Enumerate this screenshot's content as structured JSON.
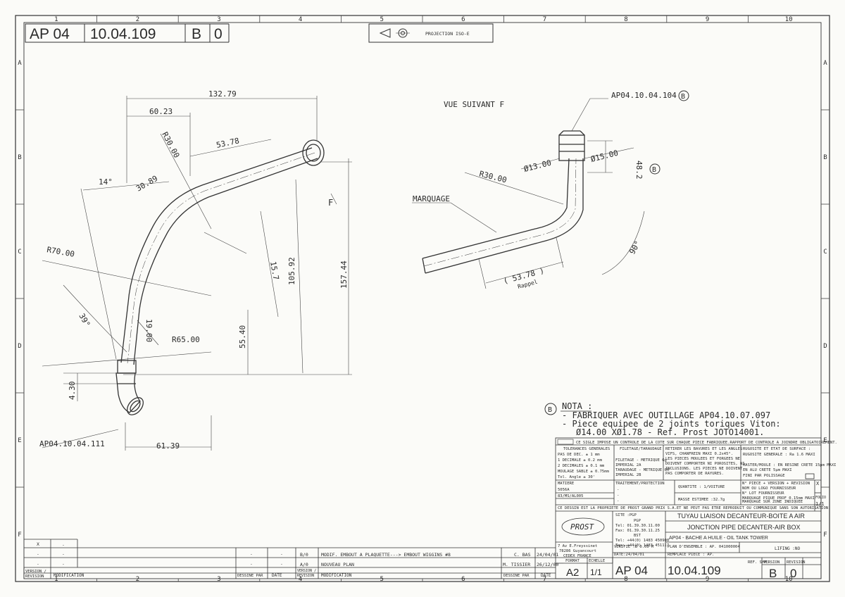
{
  "zone_columns": [
    "1",
    "2",
    "3",
    "4",
    "5",
    "6",
    "7",
    "8",
    "9",
    "10"
  ],
  "zone_rows": [
    "A",
    "B",
    "C",
    "D",
    "E",
    "F"
  ],
  "header": {
    "part_prefix": "AP 04",
    "part_number": "10.04.109",
    "version": "B",
    "revision": "0",
    "projection": "PROJECTION ISO-E"
  },
  "views": {
    "view_f_title": "VUE SUIVANT F",
    "arrow_f": "F",
    "ref_top": "AP04.10.04.104",
    "ref_top_marker": "B",
    "ref_left": "AP04.10.04.111",
    "marking_label": "MARQUAGE",
    "height_marker": "B",
    "nota_marker": "B"
  },
  "dimensions": {
    "d132": "132.79",
    "d60": "60.23",
    "d53": "53.78",
    "r30": "R30.00",
    "d30_89": "30.89",
    "a14": "14°",
    "r70": "R70.00",
    "d15_7": "15.7",
    "d105": "105.92",
    "d157": "157.44",
    "a39": "39°",
    "d19": "19.00",
    "r65": "R65.00",
    "d55": "55.40",
    "d4_30": "4.30",
    "d61": "61.39",
    "r30b": "R30.00",
    "dia13": "Ø13.00",
    "dia15": "Ø15.00",
    "d48": "48.2",
    "a90": "90°",
    "d53b": "( 53.78 )",
    "rappel": "Rappel"
  },
  "nota": {
    "title": "NOTA :",
    "line1": "- FABRIQUER AVEC OUTILLAGE AP04.10.07.097",
    "line2": "- Piece equipee de 2 joints toriques Viton:",
    "line3": "Ø14.00 XØ1.78 - Ref. Prost JOTO14001."
  },
  "title_block": {
    "control_note": "CE SIGLE IMPOSE UN CONTROLE DE LA COTE SUR CHAQUE PIECE FABRIQUEE.RAPPORT DE CONTROLE A JOINDRE OBLIGATOIREMENT.",
    "tol_header": "TOLERANCES GENERALES",
    "tol_lines": [
      "PAS DE DEC.      ± 1   mm",
      "1 DECIMALE      ± 0.2 mm",
      "2 DECIMALES     ± 0.1 mm",
      "MOULAGE SABLE   ± 0.75mm",
      "Tol. Angle      ± 30'"
    ],
    "thread_header": "FILETAGE/TARAUDAGE",
    "thread_lines": [
      "FILETAGE   - METRIQUE 6g",
      "            IMPERIAL 2A",
      "TARAUDAGE  - METRIQUE 6H",
      "            IMPERIAL 2B"
    ],
    "edges_lines": [
      "RETIRER LES BAVURES ET LES ANGLES",
      "VIFS, CHANFREIN MAXI 0.2x45°.",
      "LES PIECES MOULEES ET FORGEES NE",
      "DOIVENT COMPORTER NI POROSITES, NI",
      "INCLUSIONS. LES PIECES NE DOIVENT",
      "PAS COMPORTER DE RAYURES."
    ],
    "roughness_lines": [
      "RUGOSITE ET ETAT DE SURFACE :",
      "RUGOSITE GENERALE : Ra 1.6 MAXI",
      "",
      "MASTER/MOULE : EN RESINE CRETE 15µm MAXI",
      "               EN ALU CRETE 5µm MAXI",
      "               FINI PAR POLISSAGE"
    ],
    "matiere_label": "MATIERE",
    "matiere_lines": [
      "5056A",
      "83/MS/AL005"
    ],
    "traitement_label": "TRAITEMENT/PROTECTION",
    "traitement_lines": [
      "-",
      "-",
      "-"
    ],
    "quantite": "QUANTITE :  1/VOITURE",
    "masse": "MASSE ESTIMEE :32.7g",
    "piece_lines": [
      "N° PIECE + VERSION + REVISION",
      "NOM OU LOGO FOURNISSEUR",
      "N° LOT FOURNISSEUR",
      "MARQUAGE PIQUE PROF 0.15mm MAXI",
      "MARQUAGE SUR ZONE INDIQUEE"
    ],
    "piece_mark": "X",
    "property_note": "CE DESSIN EST LA PROPRIETE DE PROST GRAND PRIX S.A.ET NE PEUT PAS ETRE REPRODUIT OU COMMUNIQUE SANS SON AUTORISATION.",
    "folio_label": "FOLIO",
    "folio": "1/1",
    "site": "SITE :PGP",
    "site_lines": [
      "PGP",
      "Tel: 01.39.30.11.00",
      "Fax: 01.39.30.11.25",
      "BST",
      "Tel: +44(0) 1483 450900",
      "Fax: +44(0) 1483 451117"
    ],
    "logo": "PROST",
    "address": [
      "7 Av E.Freyssinet",
      "78286 Guyancourt",
      "CEDEX FRANCE"
    ],
    "title_fr": "TUYAU LIAISON DECANTEUR-BOITE A AIR",
    "title_en": "JONCTION PIPE DECANTER-AIR BOX",
    "assembly": "AP04 - BACHE A HUILE - OIL TANK TOWER",
    "verifie": "VERIFIE :B  0.00 M",
    "date": "DATE:24/04/01",
    "plan_ensemble": "PLAN D'ENSEMBLE : AP. 041000004",
    "remplace": "REMPLACE PIECE  :  AP.",
    "lifing": "LIFING :NO",
    "format_label": "FORMAT",
    "format": "A2",
    "echelle_label": "ECHELLE",
    "echelle": "1/1",
    "ref_sym": "REF. SYM.",
    "version_label": "VERSION",
    "revision_label": "REVISION"
  },
  "revisions": [
    {
      "code": "B/0",
      "text": "MODIF. EMBOUT A PLAQUETTE---> EMBOUT WIGGINS #8",
      "by": "C. BAS",
      "date": "24/04/01"
    },
    {
      "code": "A/0",
      "text": "NOUVEAU PLAN",
      "by": "M. TISSIER",
      "date": "26/12/00"
    }
  ],
  "rev_headers": {
    "version": "VERSION /",
    "revision": "REVISION",
    "modification": "MODIFICATION",
    "dessine": "DESSINE PAR",
    "date": "DATE"
  },
  "rev_dots": ".",
  "rev_mark": "X"
}
